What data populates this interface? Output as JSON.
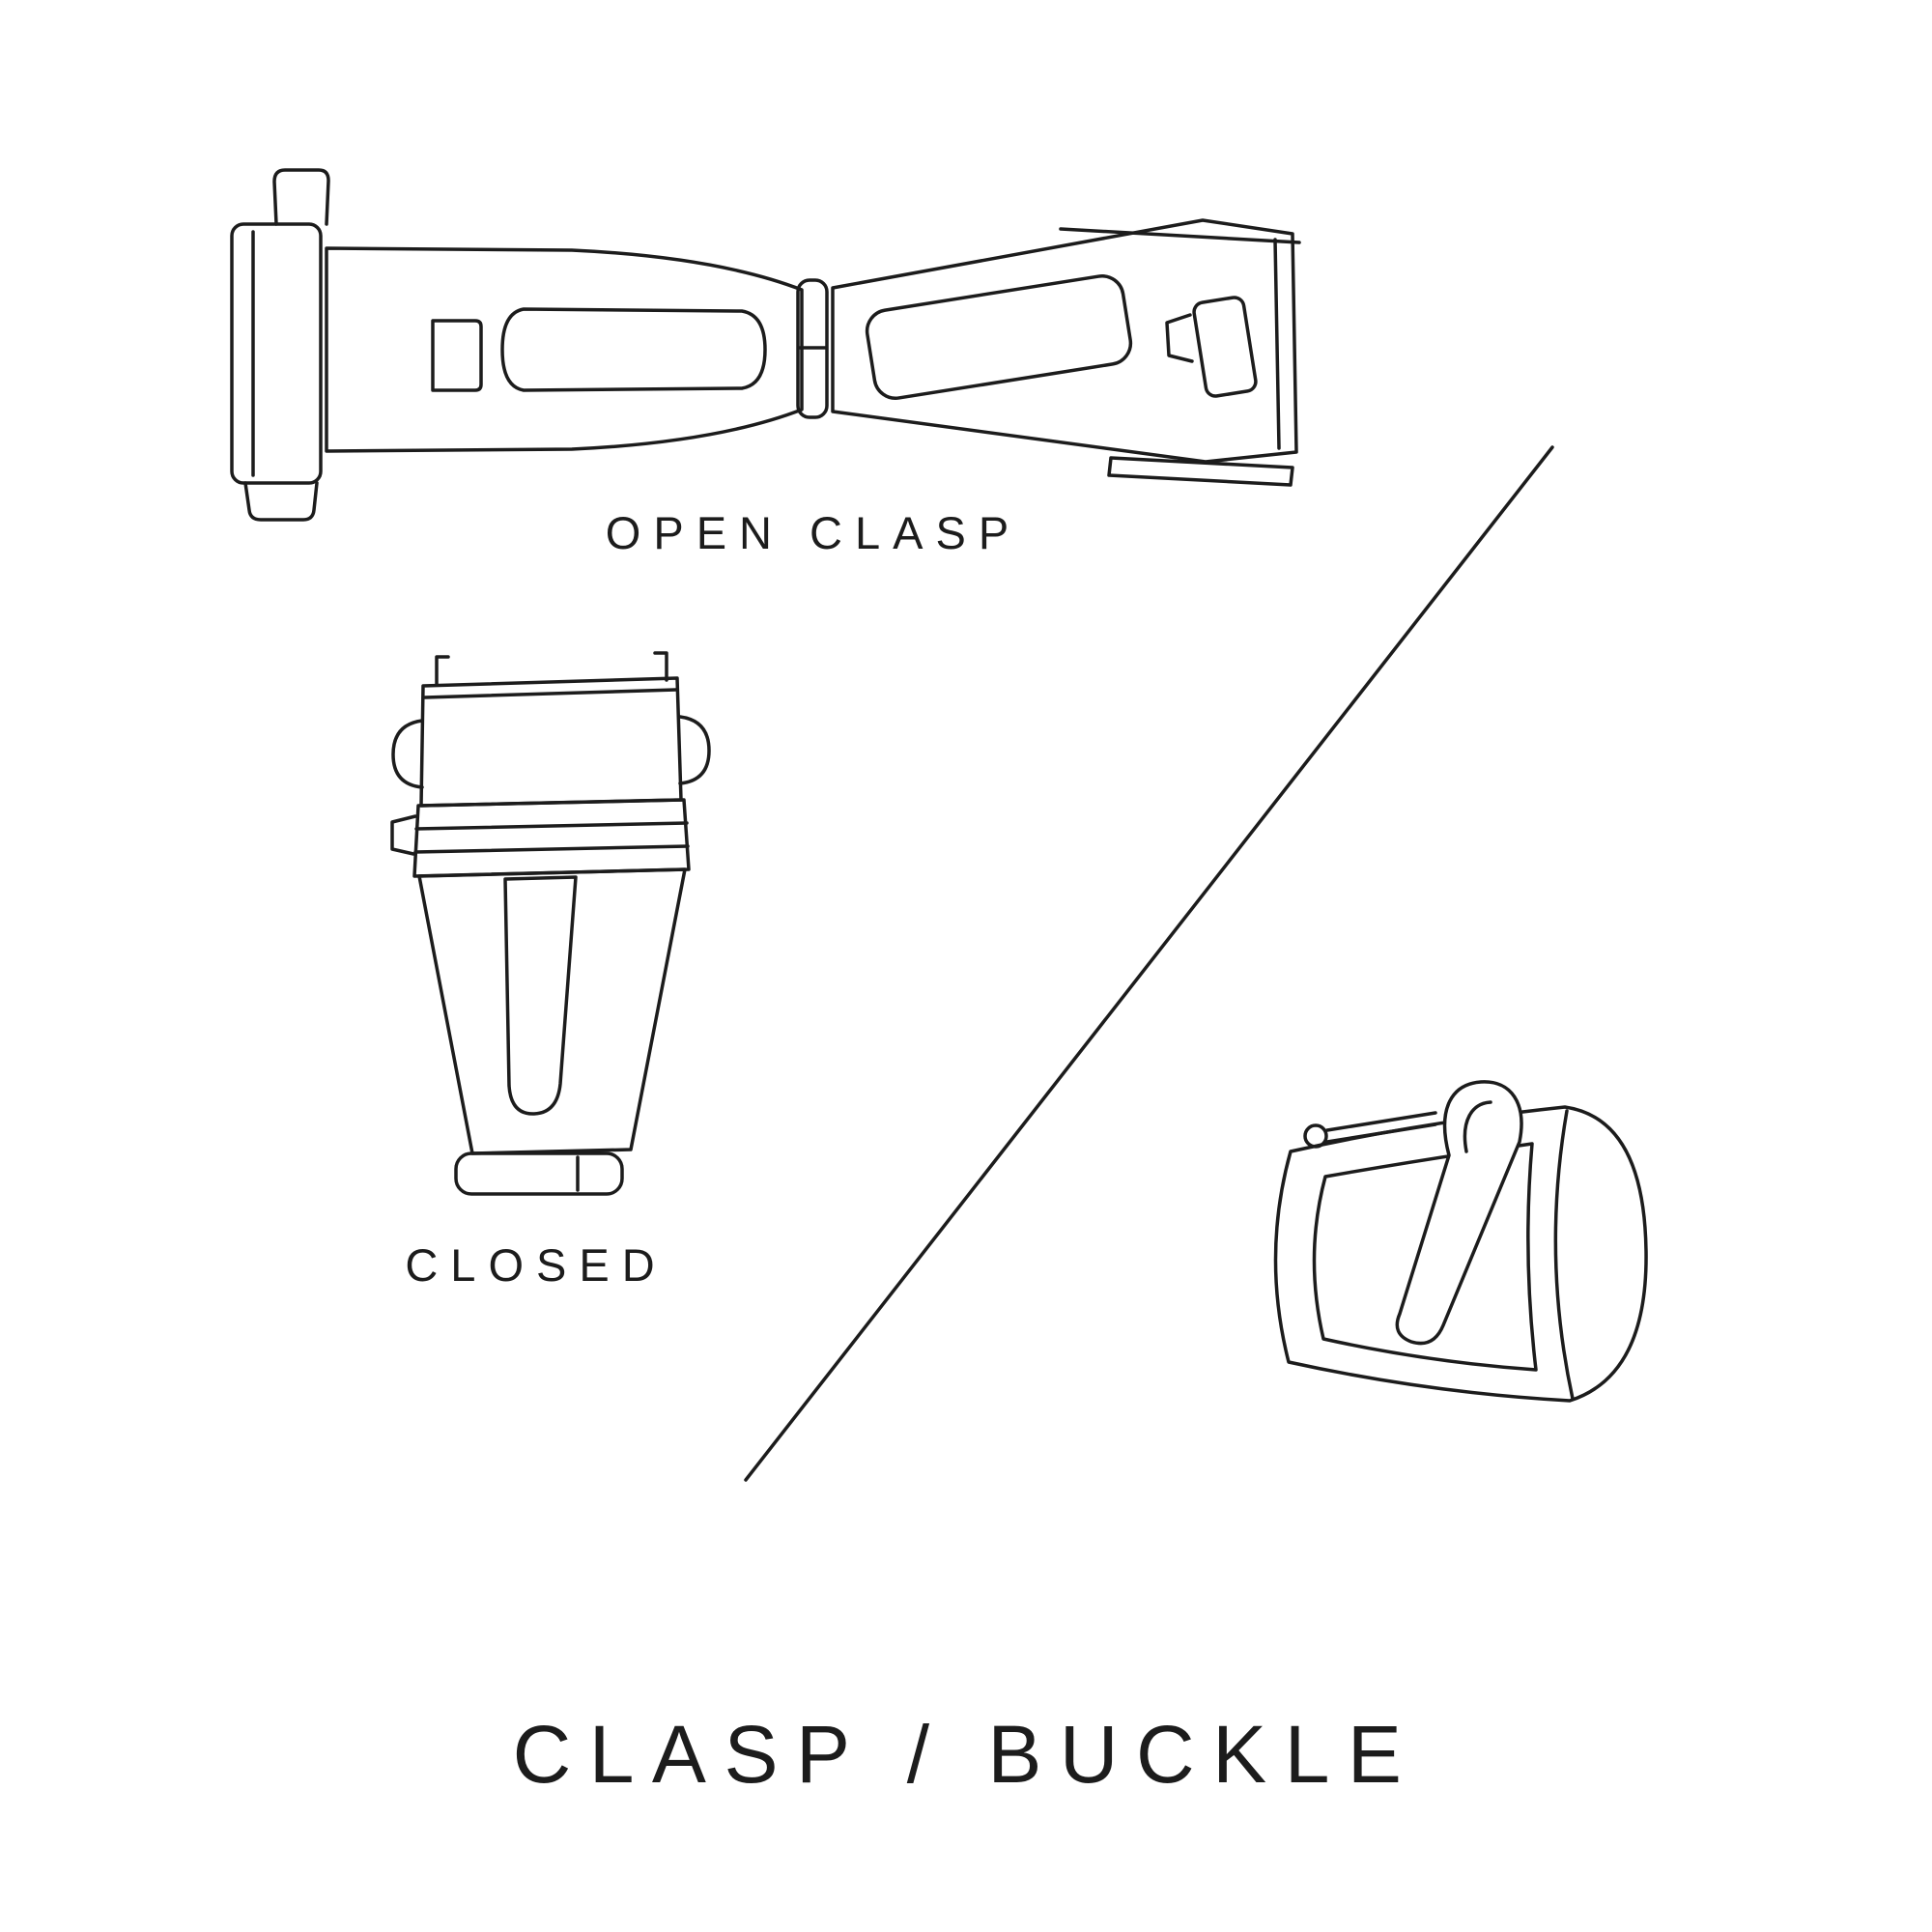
{
  "background": "#ffffff",
  "line_color": "#1c1c1c",
  "labels": {
    "open_clasp": "OPEN CLASP",
    "closed": "CLOSED",
    "title": "CLASP / BUCKLE"
  }
}
